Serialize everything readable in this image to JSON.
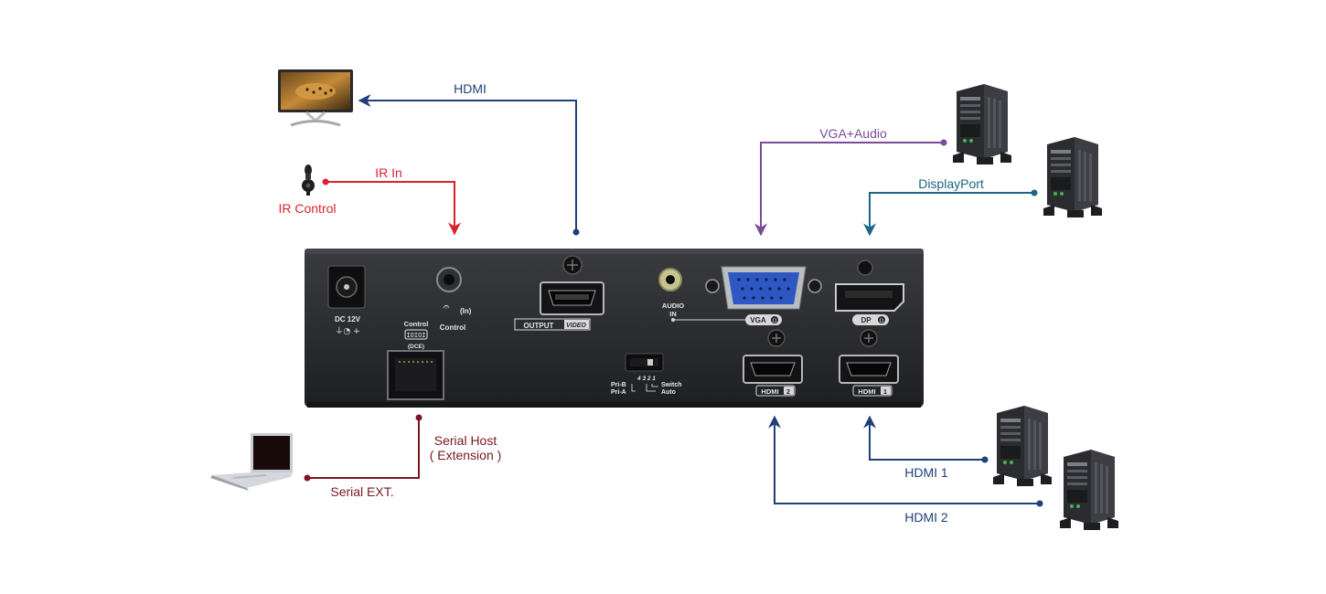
{
  "colors": {
    "hdmi": "#1f3f7a",
    "ir": "#d9232e",
    "vga_audio": "#7b4b9b",
    "displayport": "#1b6585",
    "serial": "#7a1722",
    "device_body": "#26272a"
  },
  "connections": {
    "hdmi_out": "HDMI",
    "ir_in": "IR In",
    "vga_audio": "VGA+Audio",
    "displayport": "DisplayPort",
    "hdmi_1": "HDMI 1",
    "hdmi_2": "HDMI 2",
    "serial_host_line1": "Serial Host",
    "serial_host_line2": "( Extension )",
    "serial_ext": "Serial EXT."
  },
  "devices": {
    "ir_control": "IR Control",
    "monitor_icon": "monitor-icon",
    "laptop_icon": "laptop-icon",
    "computer_icon": "tower-pc-icon",
    "ir_receiver_icon": "ir-receiver-icon"
  },
  "panel": {
    "dc_label": "DC 12V",
    "control_top": "Control",
    "control_dce": "(DCE)",
    "ir_in": "(In)",
    "ir_control": "Control",
    "output_label": "OUTPUT",
    "output_video": "VIDEO",
    "audio_in_line1": "AUDIO",
    "audio_in_line2": "IN",
    "vga_tag": "VGA",
    "dp_tag": "DP",
    "hdmi2_tag": "HDMI",
    "hdmi2_num": "2",
    "hdmi1_tag": "HDMI",
    "hdmi1_num": "1",
    "dip_numbers": "4 3 2 1",
    "pri_b": "Pri-B",
    "pri_a": "Pri-A",
    "switch": "Switch",
    "auto": "Auto"
  }
}
